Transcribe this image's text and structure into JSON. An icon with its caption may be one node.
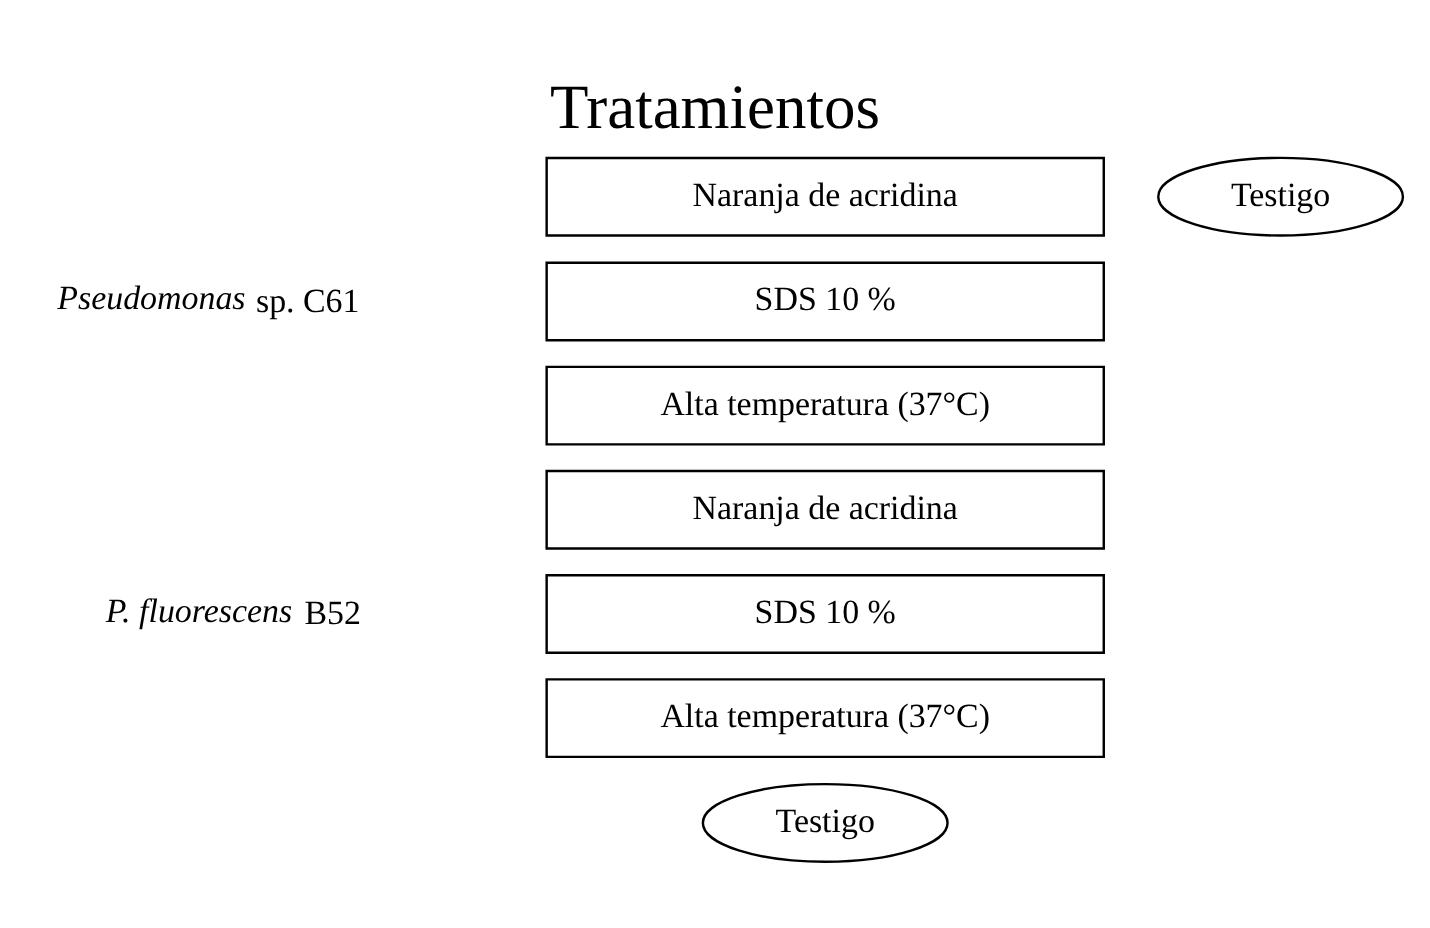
{
  "diagram": {
    "title": "Tratamientos",
    "nodes": [
      {
        "text": [
          "Naranja de acridina"
        ]
      },
      {
        "text": [
          "Testigo"
        ]
      },
      {
        "text": [
          "SDS 10 %"
        ]
      },
      {
        "text": [
          "Alta temperatura (37°C)"
        ]
      },
      {
        "text": [
          "Naranja de acridina"
        ]
      },
      {
        "text": [
          "SDS 10 %"
        ]
      },
      {
        "text": [
          "Alta temperatura (37°C)"
        ]
      },
      {
        "text": [
          "Testigo"
        ]
      }
    ],
    "edges": [],
    "labels": [
      "*Pseudomonas* sp. C61",
      "*P. fluorescens* B52"
    ]
  }
}
